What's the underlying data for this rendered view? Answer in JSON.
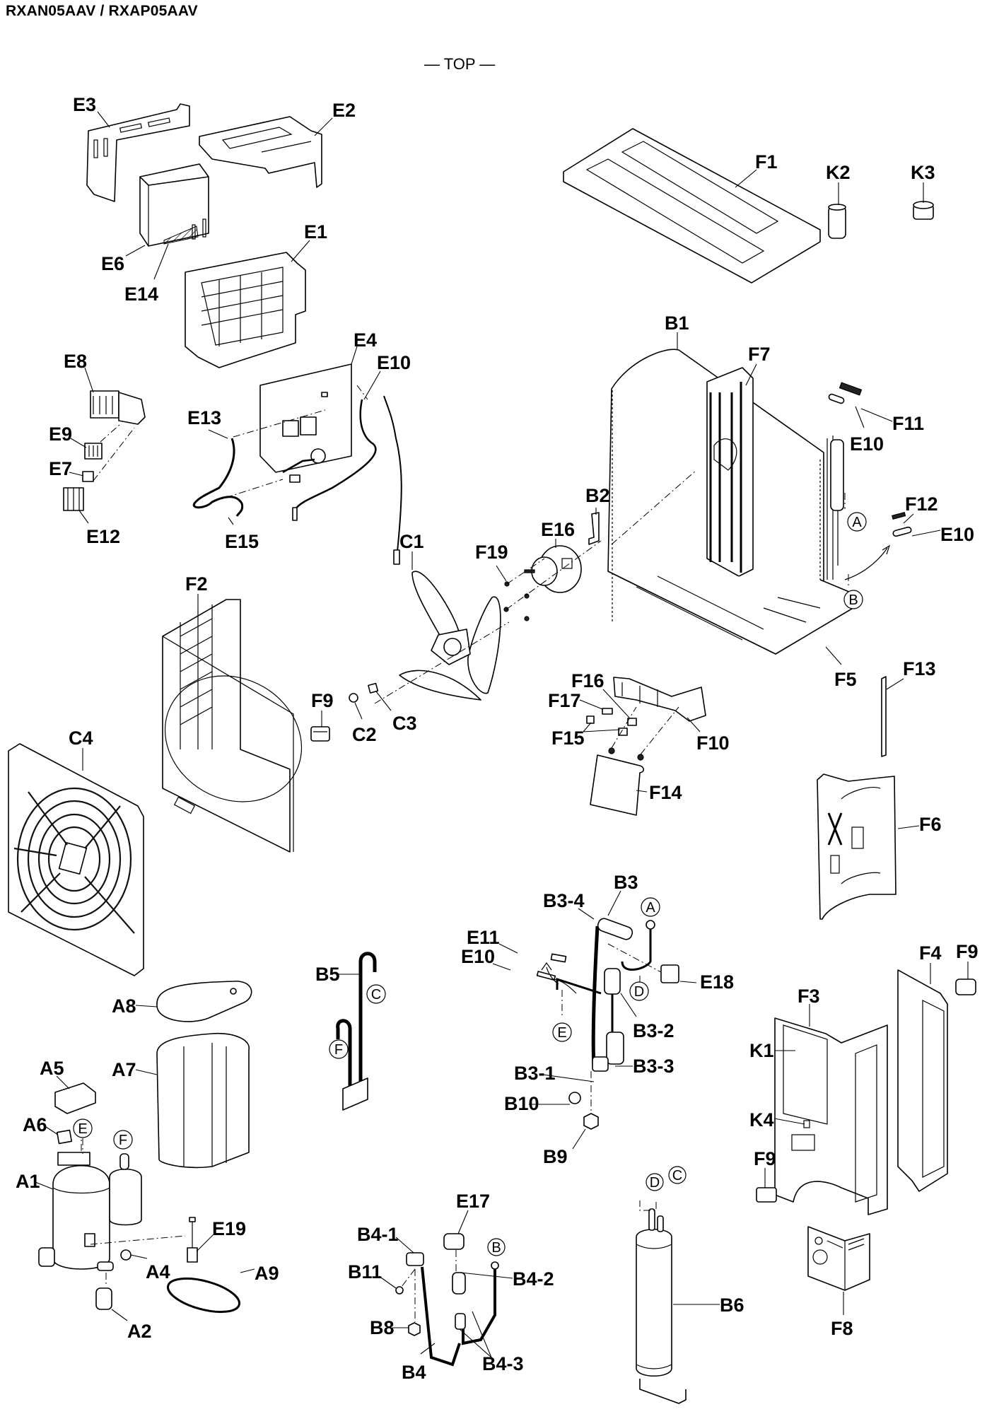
{
  "header": {
    "model_title": "RXAN05AAV / RXAP05AAV",
    "view_label": "— TOP —"
  },
  "parts": {
    "E3": "E3",
    "E2": "E2",
    "E6": "E6",
    "E14": "E14",
    "E1": "E1",
    "E8": "E8",
    "E9": "E9",
    "E7": "E7",
    "E12": "E12",
    "E4": "E4",
    "E10": "E10",
    "E13": "E13",
    "E15": "E15",
    "E16": "E16",
    "E11": "E11",
    "E17": "E17",
    "E18": "E18",
    "E19": "E19",
    "F1": "F1",
    "F2": "F2",
    "F3": "F3",
    "F4": "F4",
    "F5": "F5",
    "F6": "F6",
    "F7": "F7",
    "F8": "F8",
    "F9": "F9",
    "F10": "F10",
    "F11": "F11",
    "F12": "F12",
    "F13": "F13",
    "F14": "F14",
    "F15": "F15",
    "F16": "F16",
    "F17": "F17",
    "F19": "F19",
    "K1": "K1",
    "K2": "K2",
    "K3": "K3",
    "K4": "K4",
    "B1": "B1",
    "B2": "B2",
    "B3": "B3",
    "B3_1": "B3-1",
    "B3_2": "B3-2",
    "B3_3": "B3-3",
    "B3_4": "B3-4",
    "B4": "B4",
    "B4_1": "B4-1",
    "B4_2": "B4-2",
    "B4_3": "B4-3",
    "B5": "B5",
    "B6": "B6",
    "B8": "B8",
    "B9": "B9",
    "B10": "B10",
    "B11": "B11",
    "C1": "C1",
    "C2": "C2",
    "C3": "C3",
    "C4": "C4",
    "A1": "A1",
    "A2": "A2",
    "A4": "A4",
    "A5": "A5",
    "A6": "A6",
    "A7": "A7",
    "A8": "A8",
    "A9": "A9"
  },
  "connection_refs": {
    "A": "A",
    "B": "B",
    "C": "C",
    "D": "D",
    "E": "E",
    "F": "F"
  }
}
